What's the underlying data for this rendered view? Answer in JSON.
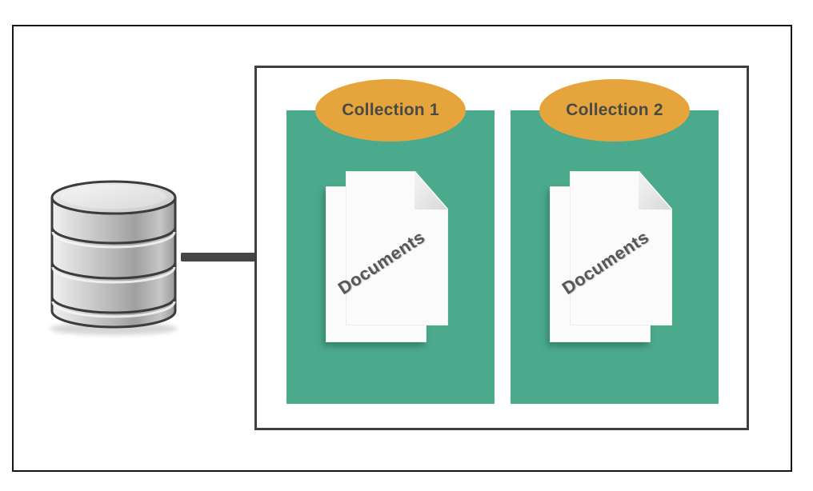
{
  "diagram": {
    "type": "database-collections-diagram",
    "collections": [
      {
        "label": "Collection 1",
        "documents_label": "Documents"
      },
      {
        "label": "Collection 2",
        "documents_label": "Documents"
      }
    ],
    "icons": {
      "database": "database-cylinder-icon",
      "arrow": "right-arrow-icon",
      "documents": "stacked-documents-icon"
    },
    "colors": {
      "panel_green": "#4BA98C",
      "badge_orange": "#E6A43C",
      "collection_text": "#4A4A45",
      "documents_text": "#575757",
      "outline_dark": "#3F3F3F",
      "frame_black": "#161616",
      "arrow": "#454545"
    }
  }
}
